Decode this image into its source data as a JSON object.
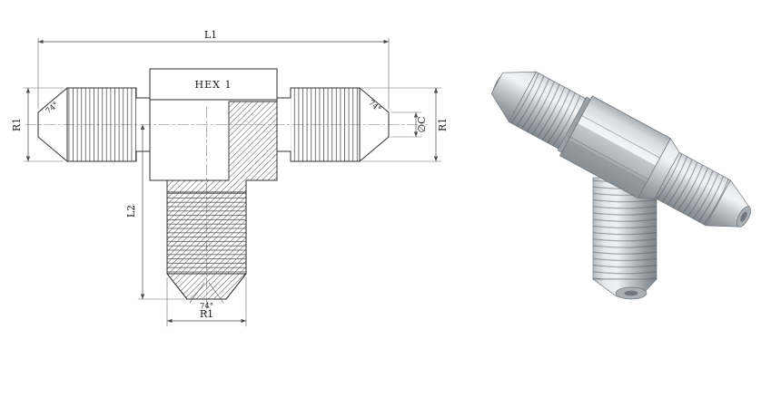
{
  "drawing_2d": {
    "dim_length_l1": "L1",
    "hex_label": "HEX 1",
    "dim_left_r1": "R1",
    "angle_left": "74°",
    "angle_right": "74°",
    "dim_dia_c": "∅C",
    "dim_right_r1": "R1",
    "dim_l2": "L2",
    "angle_bottom": "74°",
    "dim_bottom_r1": "R1"
  },
  "colors": {
    "outline": "#2f2f2f",
    "dimension_line": "#4a4a4a",
    "hatch": "#555555",
    "centerline": "#777777",
    "metal_light": "#f0f1f2",
    "metal_mid": "#b9bec3",
    "metal_dark": "#82898f",
    "background": "#ffffff"
  }
}
